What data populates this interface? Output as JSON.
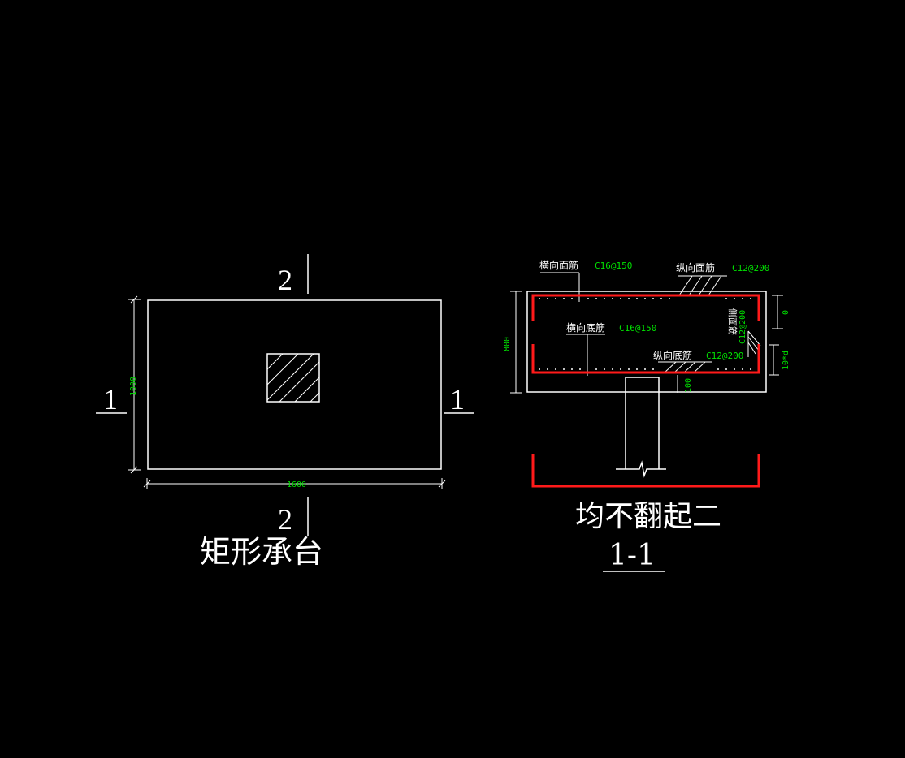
{
  "colors": {
    "background": "#000000",
    "line": "#ffffff",
    "rebar": "#ff0000",
    "dimension_text": "#00e000"
  },
  "plan": {
    "title": "矩形承台",
    "section_mark_top": "2",
    "section_mark_bottom": "2",
    "section_mark_left": "1",
    "section_mark_right": "1",
    "dim_width": "1600",
    "dim_height": "1000"
  },
  "section": {
    "title_note": "均不翻起二",
    "section_label": "1-1",
    "top_transverse_label": "横向面筋",
    "top_transverse_spec": "C16@150",
    "top_longitudinal_label": "纵向面筋",
    "top_longitudinal_spec": "C12@200",
    "bottom_transverse_label": "横向底筋",
    "bottom_transverse_spec": "C16@150",
    "bottom_longitudinal_label": "纵向底筋",
    "bottom_longitudinal_spec": "C12@200",
    "side_bar_label": "侧面筋",
    "side_bar_spec": "C12@200",
    "dim_height": "800",
    "dim_cover_bottom": "100",
    "dim_top": "0",
    "dim_side": "10*d"
  }
}
